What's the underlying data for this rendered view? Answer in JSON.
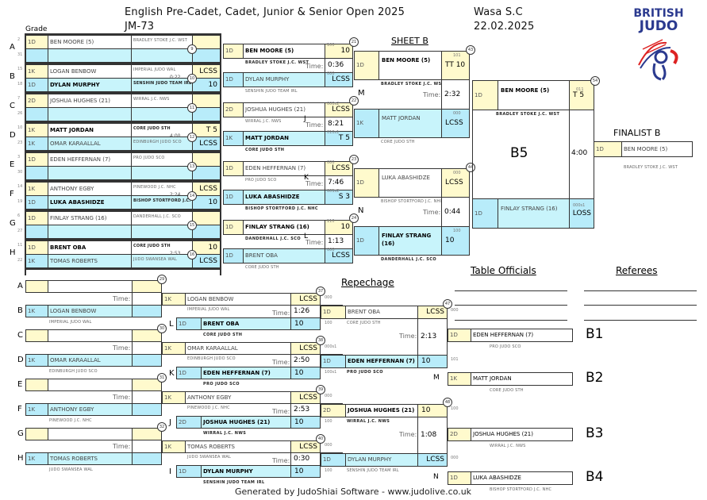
{
  "header": {
    "title": "English Pre-Cadet, Cadet, Junior & Senior Open 2025",
    "category": "JM-73",
    "venue": "Wasa S.C",
    "date": "22.02.2025",
    "grade_label": "Grade",
    "sheet": "SHEET B",
    "logo_line1": "BRITISH",
    "logo_line2": "JUDO"
  },
  "time_label": "Time:",
  "first_round": [
    {
      "letter": "A",
      "white": {
        "seq": "2",
        "grade": "1D",
        "name": "BEN MOORE (5)",
        "club": "BRADLEY STOKE J.C. WST",
        "score": ""
      },
      "blue": {
        "seq": "31",
        "grade": "",
        "name": "",
        "club": "",
        "score": ""
      },
      "match": "9",
      "time": ""
    },
    {
      "letter": "B",
      "white": {
        "seq": "15",
        "grade": "1K",
        "name": "LOGAN BENBOW",
        "club": "IMPERIAL JUDO WAL",
        "score": "LCSS"
      },
      "blue": {
        "seq": "18",
        "grade": "1D",
        "name": "DYLAN MURPHY",
        "club": "SENSHIN JUDO TEAM IRL",
        "score": "10"
      },
      "match": "10",
      "time": "0:22"
    },
    {
      "letter": "C",
      "white": {
        "seq": "7",
        "grade": "2D",
        "name": "JOSHUA HUGHES (21)",
        "club": "WIRRAL J.C. NWS",
        "score": ""
      },
      "blue": {
        "seq": "26",
        "grade": "",
        "name": "",
        "club": "",
        "score": ""
      },
      "match": "11",
      "time": ""
    },
    {
      "letter": "D",
      "white": {
        "seq": "10",
        "grade": "1K",
        "name": "MATT JORDAN",
        "club": "CORE JUDO STH",
        "score": "T 5"
      },
      "blue": {
        "seq": "23",
        "grade": "1K",
        "name": "OMAR KARAALLAL",
        "club": "EDINBURGH JUDO SCO",
        "score": "LCSS"
      },
      "match": "12",
      "time": "4:00"
    },
    {
      "letter": "E",
      "white": {
        "seq": "3",
        "grade": "1D",
        "name": "EDEN HEFFERNAN (7)",
        "club": "PRO JUDO SCO",
        "score": ""
      },
      "blue": {
        "seq": "30",
        "grade": "",
        "name": "",
        "club": "",
        "score": ""
      },
      "match": "13",
      "time": ""
    },
    {
      "letter": "F",
      "white": {
        "seq": "14",
        "grade": "1K",
        "name": "ANTHONY EGBY",
        "club": "PINEWOOD J.C. NHC",
        "score": "LCSS"
      },
      "blue": {
        "seq": "19",
        "grade": "1D",
        "name": "LUKA ABASHIDZE",
        "club": "BISHOP STORTFORD J.C. NHC",
        "score": "10"
      },
      "match": "14",
      "time": "2:24"
    },
    {
      "letter": "G",
      "white": {
        "seq": "6",
        "grade": "1D",
        "name": "FINLAY STRANG (16)",
        "club": "DANDERHALL J.C. SCO",
        "score": ""
      },
      "blue": {
        "seq": "27",
        "grade": "",
        "name": "",
        "club": "",
        "score": ""
      },
      "match": "15",
      "time": ""
    },
    {
      "letter": "H",
      "white": {
        "seq": "11",
        "grade": "1D",
        "name": "BRENT OBA",
        "club": "CORE JUDO STH",
        "score": "10"
      },
      "blue": {
        "seq": "22",
        "grade": "1K",
        "name": "TOMAS ROBERTS",
        "club": "JUDO SWANSEA WAL",
        "score": "LCSS"
      },
      "match": "16",
      "time": "2:53"
    }
  ],
  "second_round": [
    {
      "match": "21",
      "letter": "",
      "white": {
        "grade": "1D",
        "name": "BEN MOORE (5)",
        "club": "BRADLEY STOKE J.C. WST",
        "score": "10",
        "code": "100"
      },
      "blue": {
        "grade": "1D",
        "name": "DYLAN MURPHY",
        "club": "SENSHIN JUDO TEAM IRL",
        "score": "LCSS",
        "code": "000"
      },
      "time": "0:36"
    },
    {
      "match": "22",
      "letter": "J",
      "white": {
        "grade": "2D",
        "name": "JOSHUA HUGHES (21)",
        "club": "WIRRAL J.C. NWS",
        "score": "LCSS",
        "code": "000s2"
      },
      "blue": {
        "grade": "1K",
        "name": "MATT JORDAN",
        "club": "CORE JUDO STH",
        "score": "T 5",
        "code": "010s1"
      },
      "time": "8:21"
    },
    {
      "match": "23",
      "letter": "K",
      "white": {
        "grade": "1D",
        "name": "EDEN HEFFERNAN (7)",
        "club": "PRO JUDO SCO",
        "score": "LCSS",
        "code": "000"
      },
      "blue": {
        "grade": "1D",
        "name": "LUKA ABASHIDZE",
        "club": "BISHOP STORTFORD J.C. NHC",
        "score": "S 3",
        "code": "001s2"
      },
      "time": "7:46"
    },
    {
      "match": "24",
      "letter": "L",
      "white": {
        "grade": "1D",
        "name": "FINLAY STRANG (16)",
        "club": "DANDERHALL J.C. SCO",
        "score": "10",
        "code": "110"
      },
      "blue": {
        "grade": "1D",
        "name": "BRENT OBA",
        "club": "CORE JUDO STH",
        "score": "LCSS",
        "code": "000"
      },
      "time": "1:13"
    }
  ],
  "semi": [
    {
      "match": "43",
      "letter": "M",
      "white": {
        "grade": "1D",
        "name": "BEN MOORE (5)",
        "club": "BRADLEY STOKE J.C. WST",
        "score": "TT 10",
        "code": "101"
      },
      "blue": {
        "grade": "1K",
        "name": "MATT JORDAN",
        "club": "CORE JUDO STH",
        "score": "LCSS",
        "code": "000"
      },
      "time": "2:32"
    },
    {
      "match": "44",
      "letter": "N",
      "white": {
        "grade": "1D",
        "name": "LUKA ABASHIDZE",
        "club": "BISHOP STORTFORD J.C. NHC",
        "score": "LCSS",
        "code": "000"
      },
      "blue": {
        "grade": "1D",
        "name": "FINLAY STRANG (16)",
        "club": "DANDERHALL J.C. SCO",
        "score": "10",
        "code": "100"
      },
      "time": "0:44"
    }
  ],
  "final": {
    "match": "54",
    "label": "B5",
    "white": {
      "grade": "1D",
      "name": "BEN MOORE (5)",
      "club": "BRADLEY STOKE J.C. WST",
      "score": "T 5",
      "code": "011"
    },
    "blue": {
      "grade": "1D",
      "name": "FINLAY STRANG (16)",
      "club": "DANDERHALL J.C. SCO",
      "score": "LOSS",
      "code": "000s1"
    },
    "time": "4:00"
  },
  "finalist": {
    "heading": "FINALIST B",
    "grade": "1D",
    "name": "BEN MOORE (5)",
    "club": "BRADLEY STOKE J.C. WST"
  },
  "repechage_heading": "Repechage",
  "repechage_first": [
    {
      "match": "29",
      "top_letter": "A",
      "bottom_letter": "B",
      "blue": {
        "grade": "1K",
        "name": "LOGAN BENBOW",
        "club": "IMPERIAL JUDO WAL"
      }
    },
    {
      "match": "30",
      "top_letter": "C",
      "bottom_letter": "D",
      "blue": {
        "grade": "1K",
        "name": "OMAR KARAALLAL",
        "club": "EDINBURGH JUDO SCO"
      }
    },
    {
      "match": "31",
      "top_letter": "E",
      "bottom_letter": "F",
      "blue": {
        "grade": "1K",
        "name": "ANTHONY EGBY",
        "club": "PINEWOOD J.C. NHC"
      }
    },
    {
      "match": "32",
      "top_letter": "G",
      "bottom_letter": "H",
      "blue": {
        "grade": "1K",
        "name": "TOMAS ROBERTS",
        "club": "JUDO SWANSEA WAL"
      }
    }
  ],
  "repechage_second": [
    {
      "match": "37",
      "letter": "L",
      "white": {
        "grade": "1K",
        "name": "LOGAN BENBOW",
        "club": "IMPERIAL JUDO WAL",
        "score": "LCSS",
        "code": "000"
      },
      "blue": {
        "grade": "1D",
        "name": "BRENT OBA",
        "club": "CORE JUDO STH",
        "score": "10",
        "code": "100"
      },
      "time": "1:26"
    },
    {
      "match": "38",
      "letter": "K",
      "white": {
        "grade": "1K",
        "name": "OMAR KARAALLAL",
        "club": "EDINBURGH JUDO SCO",
        "score": "LCSS",
        "code": "000s1"
      },
      "blue": {
        "grade": "1D",
        "name": "EDEN HEFFERNAN (7)",
        "club": "PRO JUDO SCO",
        "score": "10",
        "code": "100s1"
      },
      "time": "2:50"
    },
    {
      "match": "39",
      "letter": "J",
      "white": {
        "grade": "1K",
        "name": "ANTHONY EGBY",
        "club": "PINEWOOD J.C. NHC",
        "score": "LCSS",
        "code": "000"
      },
      "blue": {
        "grade": "2D",
        "name": "JOSHUA HUGHES (21)",
        "club": "WIRRAL J.C. NWS",
        "score": "10",
        "code": "100"
      },
      "time": "2:53"
    },
    {
      "match": "40",
      "letter": "I",
      "white": {
        "grade": "1K",
        "name": "TOMAS ROBERTS",
        "club": "JUDO SWANSEA WAL",
        "score": "LCSS",
        "code": "000"
      },
      "blue": {
        "grade": "1D",
        "name": "DYLAN MURPHY",
        "club": "SENSHIN JUDO TEAM IRL",
        "score": "10",
        "code": "100"
      },
      "time": "0:30"
    }
  ],
  "repechage_third": [
    {
      "match": "47",
      "white": {
        "grade": "1D",
        "name": "BRENT OBA",
        "club": "CORE JUDO STH",
        "score": "LCSS",
        "code": "000"
      },
      "blue": {
        "grade": "1D",
        "name": "EDEN HEFFERNAN (7)",
        "club": "PRO JUDO SCO",
        "score": "10",
        "code": "101"
      },
      "time": "2:13"
    },
    {
      "match": "48",
      "white": {
        "grade": "2D",
        "name": "JOSHUA HUGHES (21)",
        "club": "WIRRAL J.C. NWS",
        "score": "10",
        "code": "100"
      },
      "blue": {
        "grade": "1D",
        "name": "DYLAN MURPHY",
        "club": "SENSHIN JUDO TEAM IRL",
        "score": "LCSS",
        "code": "000"
      },
      "time": "1:08"
    }
  ],
  "officials": {
    "table_heading": "Table Officials",
    "referees_heading": "Referees"
  },
  "bronze": [
    {
      "label": "B1",
      "letter": "",
      "grade": "1D",
      "name": "EDEN HEFFERNAN (7)",
      "club": "PRO JUDO SCO"
    },
    {
      "label": "B2",
      "letter": "M",
      "grade": "1K",
      "name": "MATT JORDAN",
      "club": "CORE JUDO STH"
    },
    {
      "label": "B3",
      "letter": "",
      "grade": "2D",
      "name": "JOSHUA HUGHES (21)",
      "club": "WIRRAL J.C. NWS"
    },
    {
      "label": "B4",
      "letter": "N",
      "grade": "1D",
      "name": "LUKA ABASHIDZE",
      "club": "BISHOP STORTFORD J.C. NHC"
    }
  ],
  "footer": "Generated by JudoShiai Software - www.judolive.co.uk"
}
